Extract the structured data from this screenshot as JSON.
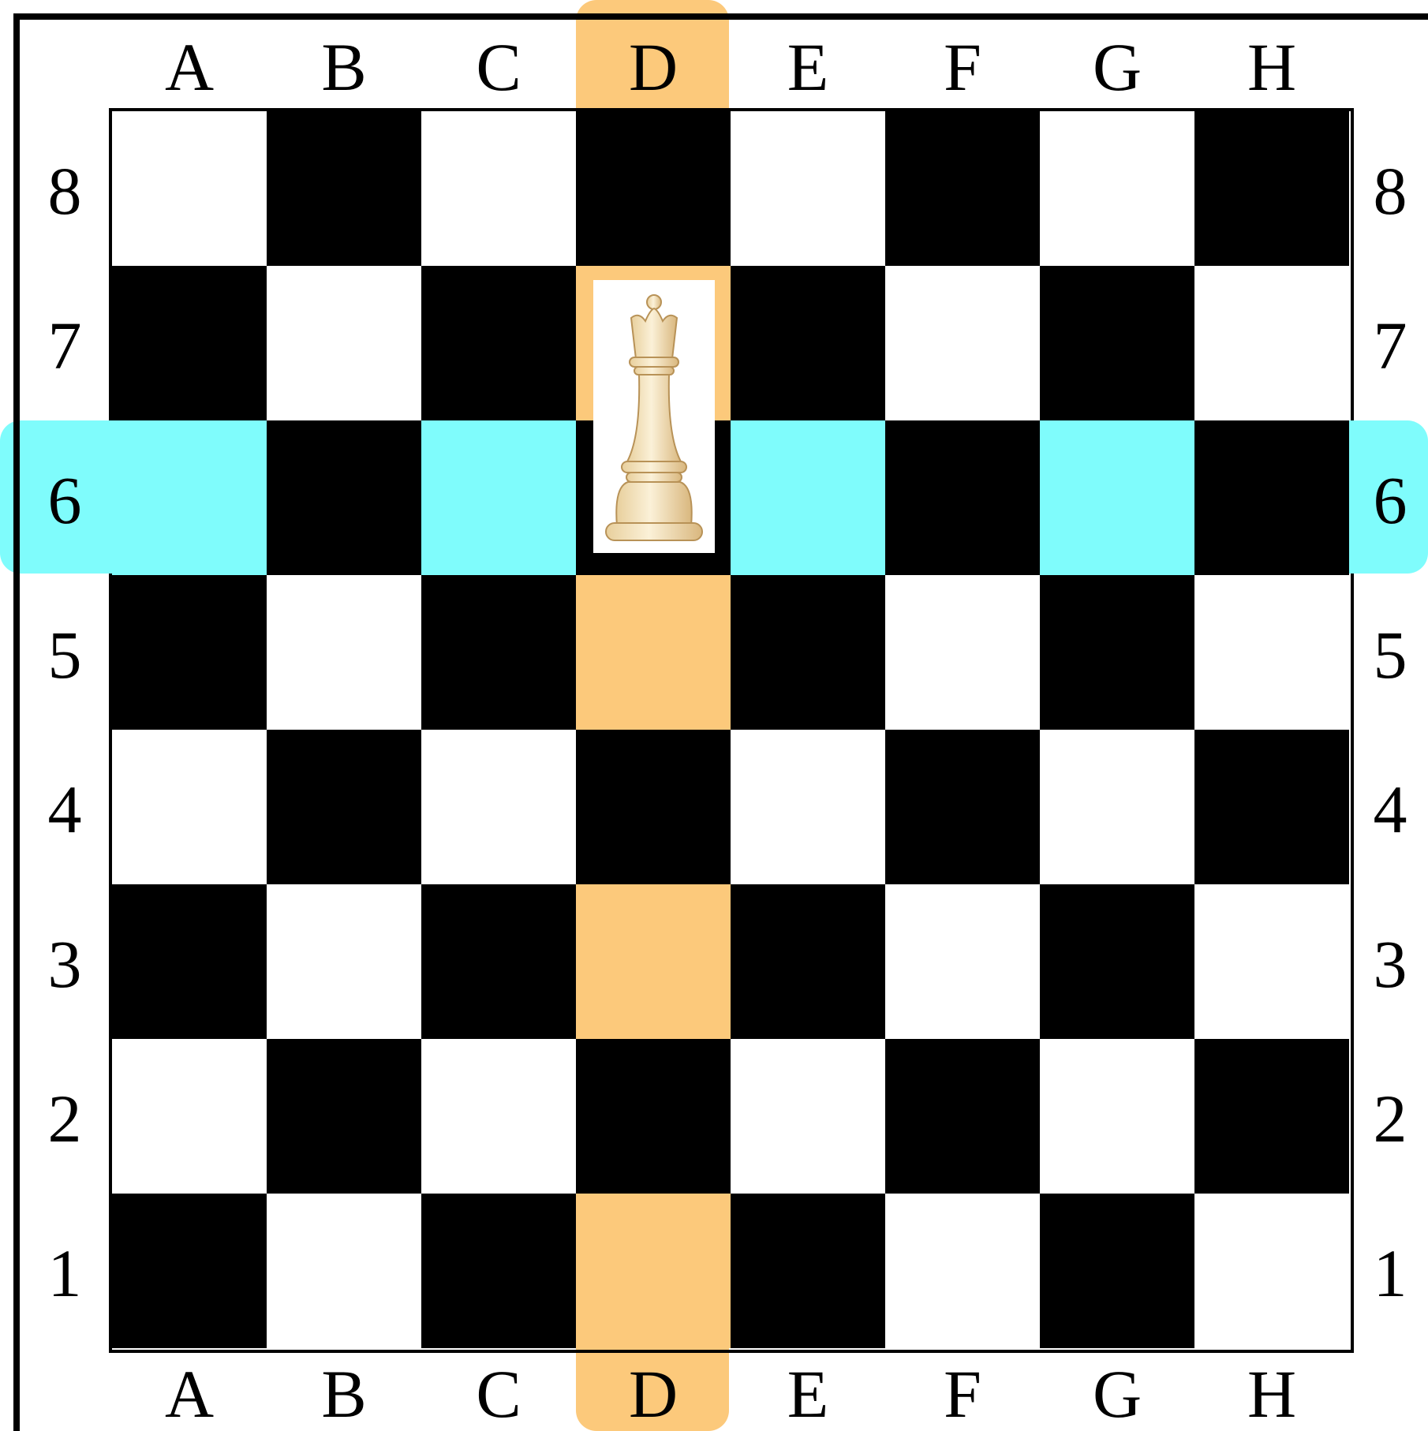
{
  "board": {
    "files": [
      "A",
      "B",
      "C",
      "D",
      "E",
      "F",
      "G",
      "H"
    ],
    "ranks": [
      "8",
      "7",
      "6",
      "5",
      "4",
      "3",
      "2",
      "1"
    ],
    "dark_color": "#000000",
    "light_color": "#ffffff"
  },
  "highlights": {
    "column": {
      "file": "D",
      "color": "#fcc97b"
    },
    "row": {
      "rank": "6",
      "color": "#7ffcfc"
    }
  },
  "piece": {
    "type": "queen",
    "color": "white",
    "square": "d6",
    "icon": "white-queen-icon"
  }
}
